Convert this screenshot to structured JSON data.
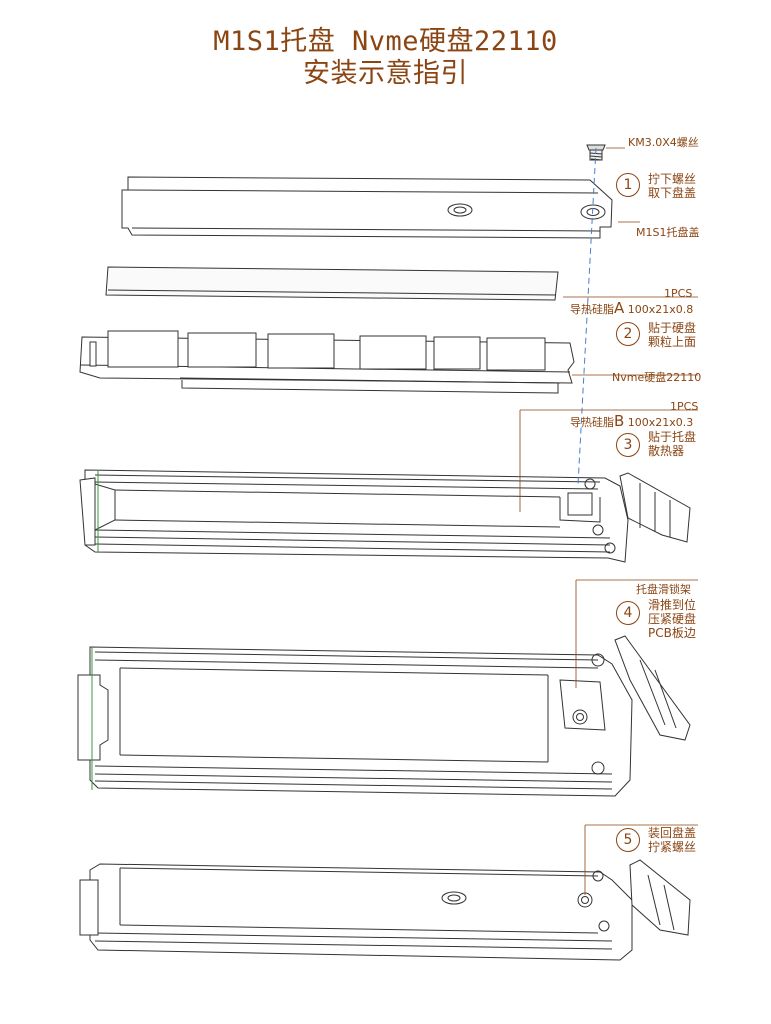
{
  "title": {
    "line1": "M1S1托盘 Nvme硬盘22110",
    "line2": "安装示意指引"
  },
  "labels": {
    "screw": "KM3.0X4螺丝",
    "cover": "M1S1托盘盖",
    "pad_a_qty": "1PCS",
    "pad_a_name": "导热硅脂",
    "pad_a_letter": "A",
    "pad_a_size": "100x21x0.8",
    "ssd": "Nvme硬盘22110",
    "pad_b_qty": "1PCS",
    "pad_b_name": "导热硅脂",
    "pad_b_letter": "B",
    "pad_b_size": "100x21x0.3",
    "latch": "托盘滑锁架"
  },
  "steps": [
    {
      "num": "1",
      "line1": "拧下螺丝",
      "line2": "取下盘盖"
    },
    {
      "num": "2",
      "line1": "贴于硬盘",
      "line2": "颗粒上面"
    },
    {
      "num": "3",
      "line1": "贴于托盘",
      "line2": "散热器"
    },
    {
      "num": "4",
      "line1": "滑推到位",
      "line2": "压紧硬盘",
      "line3": "PCB板边"
    },
    {
      "num": "5",
      "line1": "装回盘盖",
      "line2": "拧紧螺丝"
    }
  ],
  "colors": {
    "accent": "#8B4513",
    "line": "#333333",
    "leader": "#8B4513",
    "guide": "#4a7ec9",
    "highlight": "#3a9a3a"
  }
}
